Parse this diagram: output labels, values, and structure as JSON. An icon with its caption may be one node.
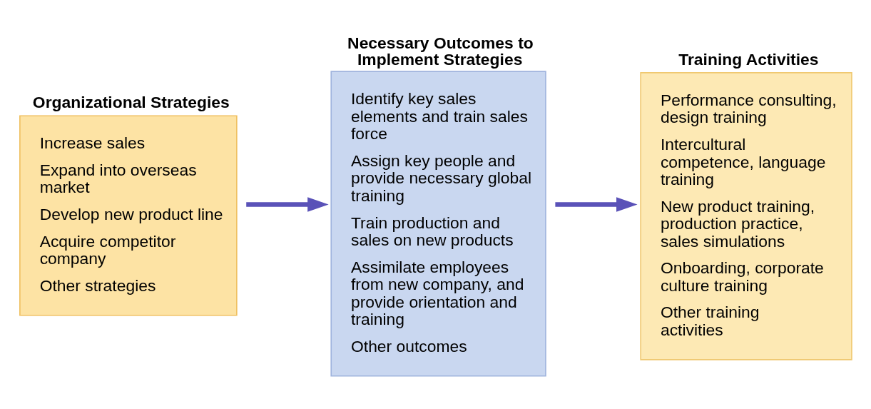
{
  "diagram": {
    "nodes": [
      {
        "text": [
          "Organizational Strategies",
          "Increase sales",
          "Expand into overseas market",
          "Develop new product line",
          "Acquire competitor company",
          "Other strategies"
        ]
      },
      {
        "text": [
          "Necessary Outcomes to Implement Strategies",
          "Identify key sales elements and train sales force",
          "Assign key people and provide necessary global training",
          "Train production and sales on new products",
          "Assimilate employees from new company, and provide orientation and training",
          "Other outcomes"
        ]
      },
      {
        "text": [
          "Training Activities",
          "Performance consulting, design training",
          "Intercultural competence, language training",
          "New product training, production practice, sales simulations",
          "Onboarding, corporate culture training",
          "Other training activities"
        ]
      }
    ],
    "edges": [
      {
        "from": 0,
        "to": 1,
        "arrow": "to"
      },
      {
        "from": 1,
        "to": 2,
        "arrow": "to"
      }
    ]
  }
}
